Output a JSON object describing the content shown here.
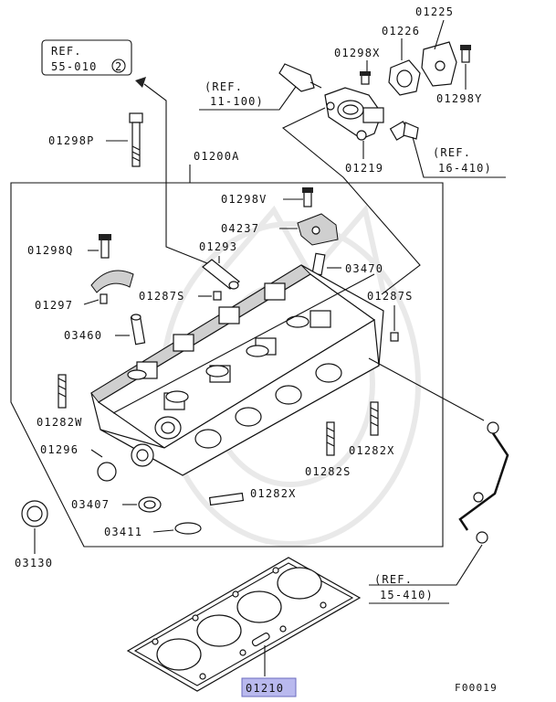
{
  "diagram": {
    "refs": {
      "ref_55": {
        "line1": "REF.",
        "line2_prefix": "55-010",
        "circled": "2"
      },
      "ref_11": {
        "line1": "(REF.",
        "line2": "11-100)"
      },
      "ref_16": {
        "line1": "(REF.",
        "line2": "16-410)"
      },
      "ref_15": {
        "line1": "(REF.",
        "line2": "15-410)"
      }
    },
    "labels": {
      "p01225": "01225",
      "p01226": "01226",
      "p01298X": "01298X",
      "p01298Y": "01298Y",
      "p01298P": "01298P",
      "p01219": "01219",
      "p01200A": "01200A",
      "p01298V": "01298V",
      "p04237": "04237",
      "p01293": "01293",
      "p01298Q": "01298Q",
      "p03470": "03470",
      "p01297": "01297",
      "p01287S_left": "01287S",
      "p01287S_right": "01287S",
      "p03460": "03460",
      "p01282W": "01282W",
      "p01296": "01296",
      "p01282X_right": "01282X",
      "p01282S": "01282S",
      "p03407": "03407",
      "p01282X_bottom": "01282X",
      "p03411": "03411",
      "p03130": "03130",
      "p01210": "01210"
    },
    "figure_code": "F00019"
  }
}
